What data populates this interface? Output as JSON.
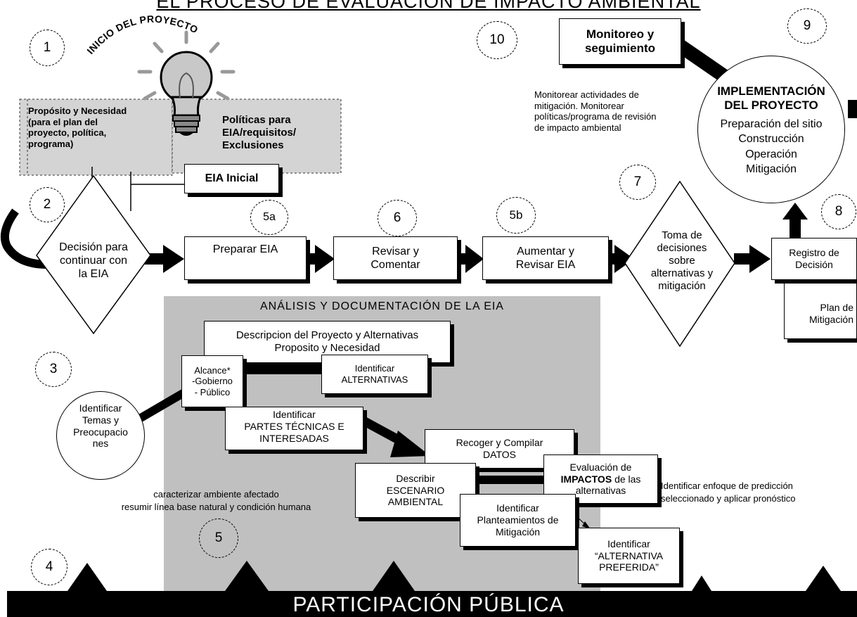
{
  "title": "EL PROCESO DE EVALUACIÓN DE IMPACTO AMBIENTAL",
  "start_label": "INICIO DEL PROYECTO",
  "colors": {
    "panel": "#c0c0c0",
    "ink": "#000000",
    "banner_text": "#ffffff"
  },
  "icons": {
    "bulb": "light-bulb-icon"
  },
  "step_numbers": {
    "n1": "1",
    "n2": "2",
    "n3": "3",
    "n4": "4",
    "n5": "5",
    "n5a": "5a",
    "n5b": "5b",
    "n6": "6",
    "n7": "7",
    "n8": "8",
    "n9": "9",
    "n10": "10"
  },
  "boxes": {
    "purpose": "Propósito y Necesidad\n(para el plan del\nproyecto, política,\nprograma)",
    "policies": "Políticas para\nEIA/requisitos/\nExclusiones",
    "initial_eia": "EIA Inicial",
    "monitoring": "Monitoreo y\nseguimiento",
    "monitoring_note": "Monitorear actividades de\nmitigación. Monitorear\npolíticas/programa de revisión\nde impacto ambiental",
    "implementation_title": "IMPLEMENTACIÓN\nDEL PROYECTO",
    "implementation_items": "Preparación del sitio\nConstrucción\nOperación\nMitigación"
  },
  "flow": {
    "decision_continue": "Decisión para\ncontinuar con\nla EIA",
    "prepare": "Preparar EIA",
    "review": "Revisar y\nComentar",
    "augment": "Aumentar y\nRevisar EIA",
    "decisions": "Toma de\ndecisiones\nsobre\nalternativas y\nmitigación",
    "record": "Registro de\nDecisión",
    "mitigation_plan": "Plan de\nMitigación"
  },
  "analysis": {
    "title": "ANÁLISIS Y DOCUMENTACIÓN DE LA EIA",
    "description": "Descripcion del Proyecto y Alternativas\nProposito y Necesidad",
    "scope": "Alcance*\n-Gobierno\n- Público",
    "alternatives": "Identificar\nALTERNATIVAS",
    "parties": "Identificar\nPARTES TÉCNICAS E\nINTERESADAS",
    "issues": "Identificar\nTemas y\nPreocupacio\nnes",
    "data": "Recoger y Compilar\nDATOS",
    "scenario": "Describir\nESCENARIO\nAMBIENTAL",
    "impacts_pre": "Evaluación de",
    "impacts_bold": "IMPACTOS",
    "impacts_post": "de las\nalternativas",
    "mitigation_approaches": "Identificar\nPlanteamientos de\nMitigación",
    "preferred": "Identificar\n“ALTERNATIVA\nPREFERIDA”",
    "environment_note": "caracterizar ambiente afectado\nresumir línea base natural y condición humana",
    "prediction_note": "Identificar enfoque de predicción\nseleccionado y aplicar pronóstico"
  },
  "banner": "PARTICIPACIÓN PÚBLICA"
}
